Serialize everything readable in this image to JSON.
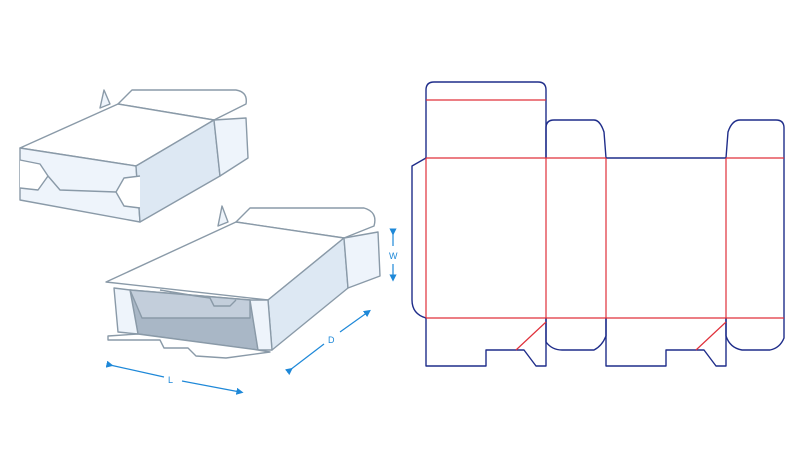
{
  "dimensions": {
    "width_label": "W",
    "depth_label": "D",
    "length_label": "L"
  },
  "colors": {
    "box_outline": "#8a9aa8",
    "box_fill_light": "#eef4fb",
    "box_fill_mid": "#dde8f3",
    "box_interior_dark": "#a9b7c6",
    "dimension_arrow": "#1e88d8",
    "dieline_cut": "#1f2d8a",
    "dieline_fold": "#e0303a"
  }
}
